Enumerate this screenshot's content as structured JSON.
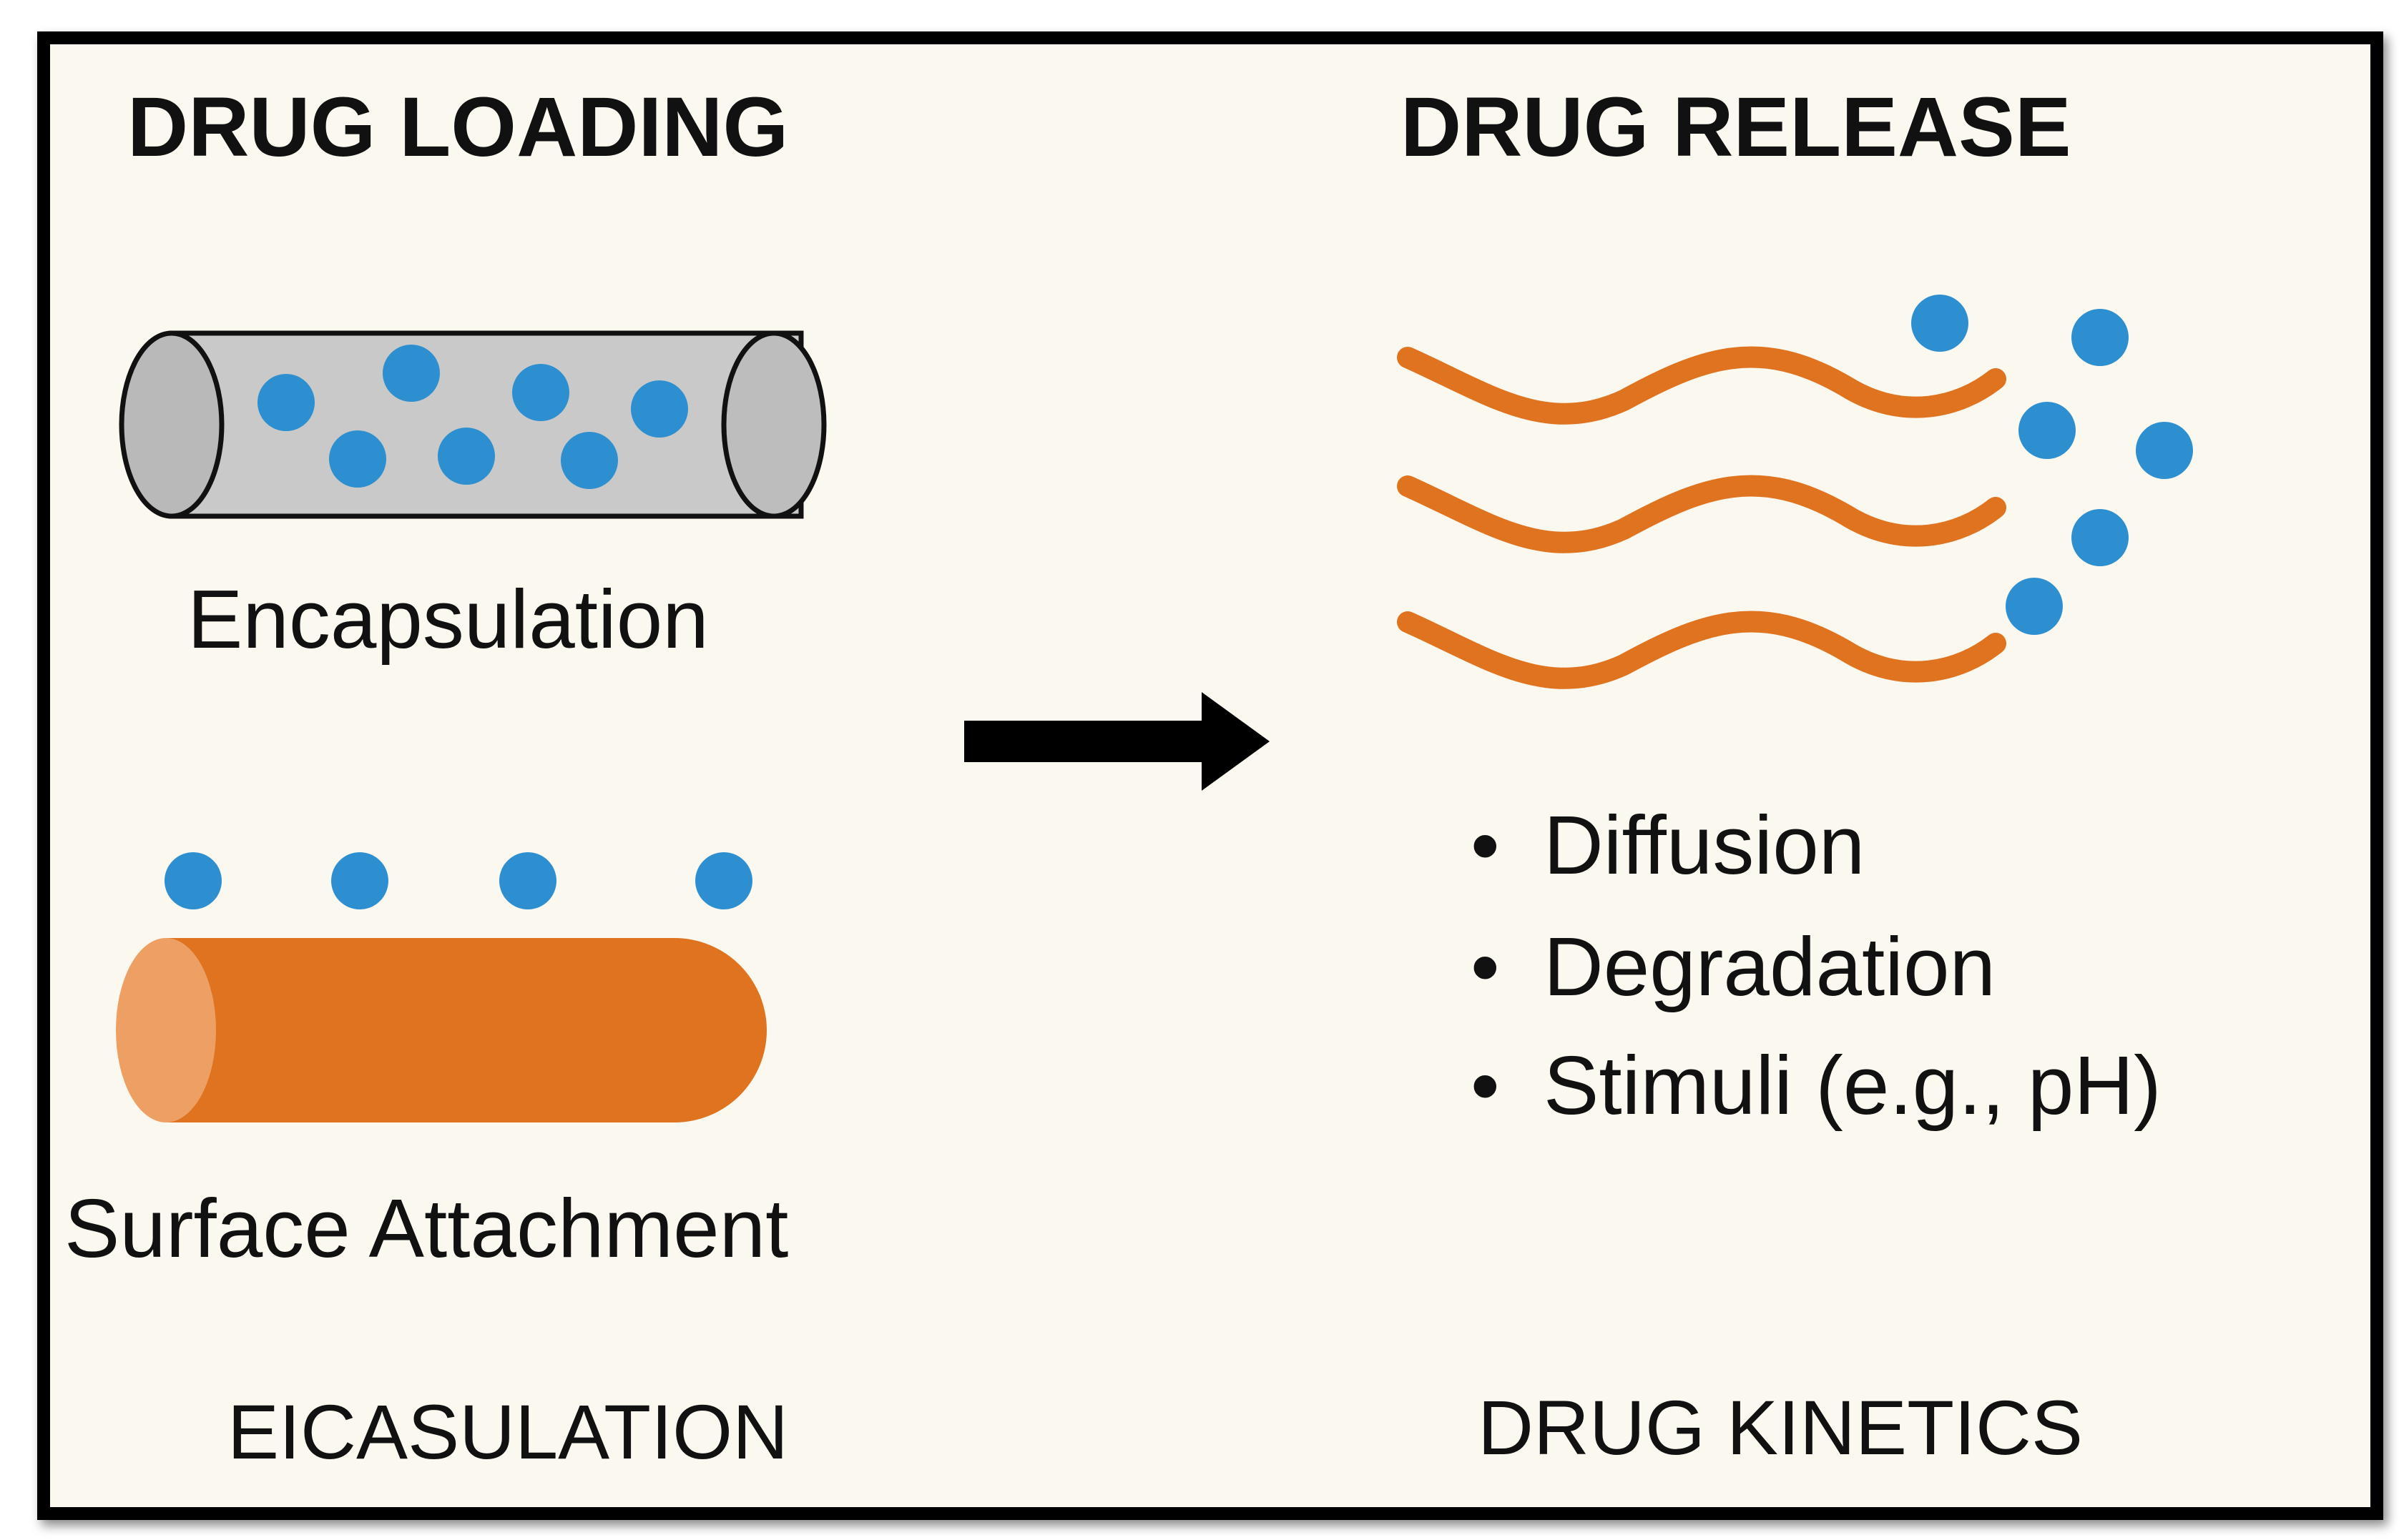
{
  "loading": {
    "title": "DRUG LOADING",
    "encapsulation_label": "Encapsulation",
    "surface_label": "Surface Attachment",
    "footer": "EICASULATION"
  },
  "release": {
    "title": "DRUG RELEASE",
    "mechanisms": [
      {
        "bullet": "•",
        "label": "Diffusion"
      },
      {
        "bullet": "•",
        "label": "Degradation"
      },
      {
        "bullet": "•",
        "label": "Stimuli (e.g., pH)"
      }
    ],
    "footer": "DRUG KINETICS"
  },
  "colors": {
    "drug_particle": "#2e8fd0",
    "polymer": "#e07320",
    "polymer_cap": "#eea064",
    "tube_fill": "#c9c9c9",
    "tube_cap": "#b9b9b9",
    "background": "#fbf8ef",
    "ink": "#111111"
  }
}
